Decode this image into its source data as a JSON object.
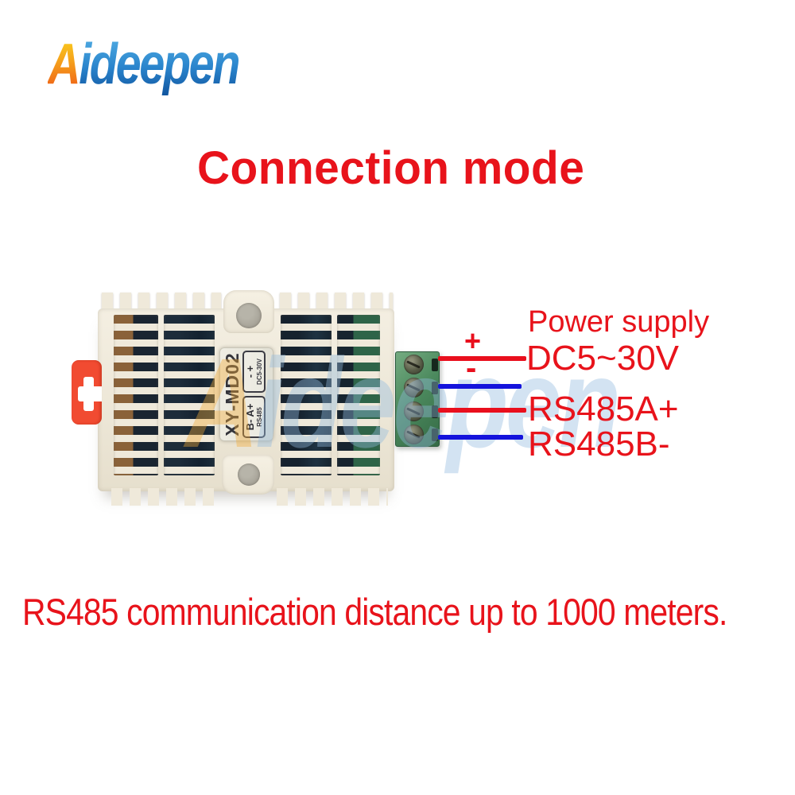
{
  "brand": {
    "logo_first": "A",
    "logo_rest": "ideepen"
  },
  "title": {
    "text": "Connection mode"
  },
  "watermark": {
    "first": "A",
    "rest": "ideepen"
  },
  "device": {
    "model": "XY-MD02",
    "label_boxes": [
      {
        "line1": "B- A+",
        "line2": "RS485"
      },
      {
        "line1": "- +",
        "line2": "DC5-30V"
      }
    ]
  },
  "wiring": {
    "plus_symbol": "+",
    "minus_symbol": "-",
    "power_title": "Power supply",
    "power_range": "DC5~30V",
    "rs485_a": "RS485A+",
    "rs485_b": "RS485B-"
  },
  "footer": {
    "text": "RS485 communication distance up to 1000 meters."
  },
  "colors": {
    "accent_red": "#e8131b",
    "wire_red": "#e90f1d",
    "wire_blue": "#1413dc",
    "terminal_green": "#4c8a5e",
    "clip_red": "#f14b31",
    "body_cream": "#efe9da",
    "logo_orange": "#f5a11c",
    "logo_blue": "#2a84cc"
  }
}
